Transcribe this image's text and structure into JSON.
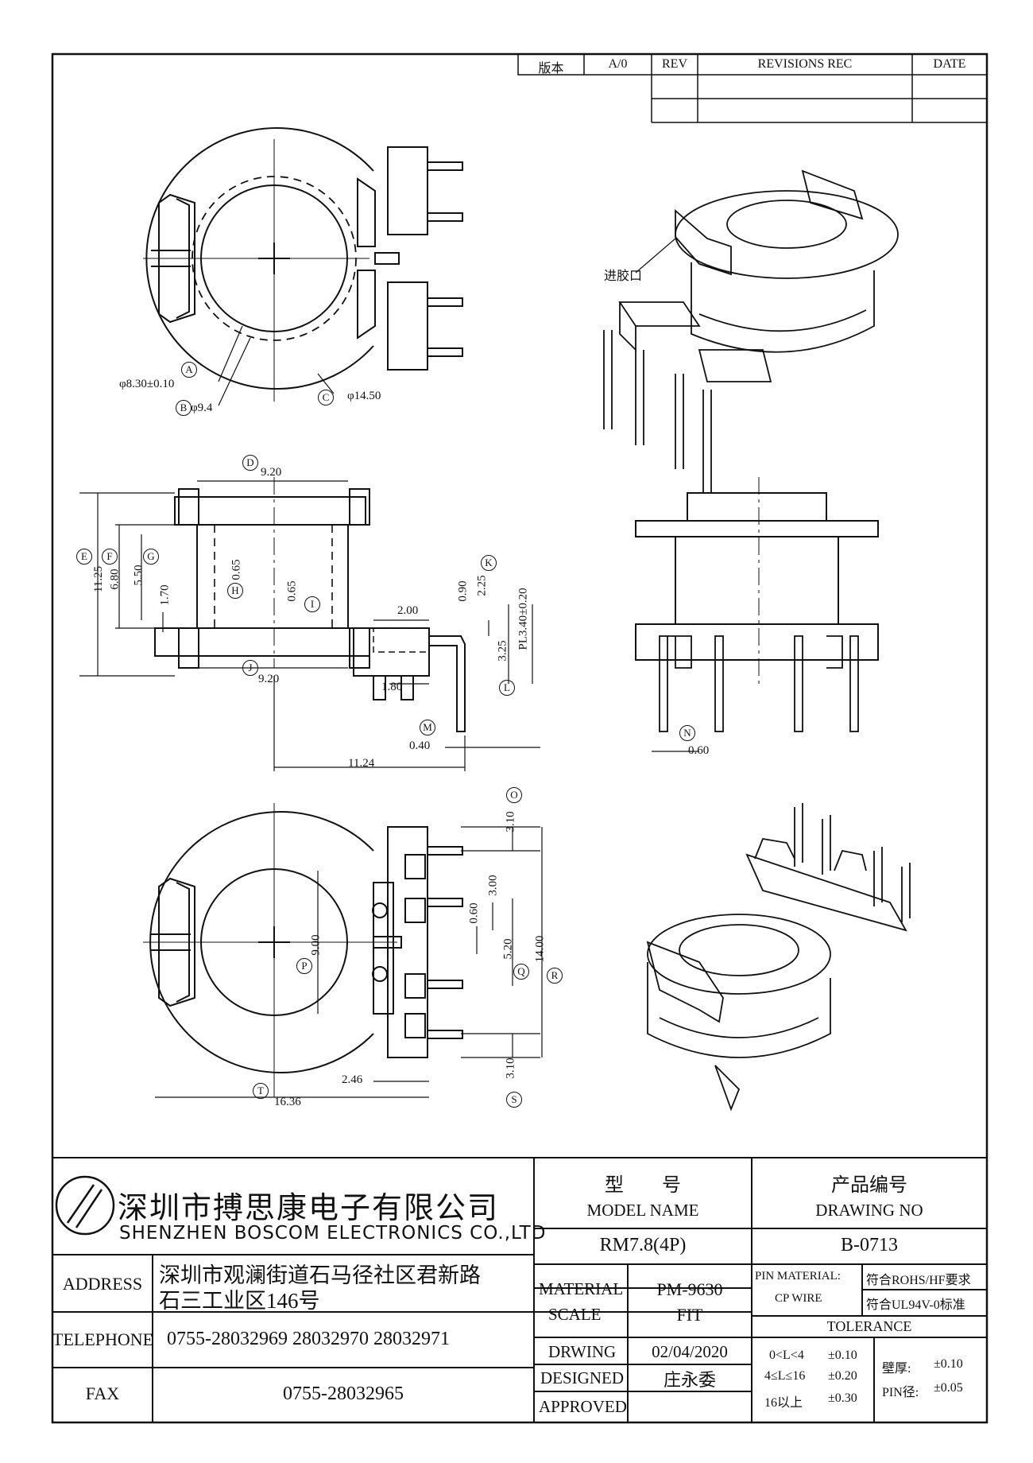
{
  "revision": {
    "version_label": "版本",
    "version_value": "A/0",
    "rev_label": "REV",
    "revisions_label": "REVISIONS REC",
    "date_label": "DATE"
  },
  "annotations": {
    "gate_label": "进胶口"
  },
  "dimensions": {
    "A": {
      "letter": "A",
      "text": "φ8.30±0.10"
    },
    "B": {
      "letter": "B",
      "text": "φ9.4"
    },
    "C": {
      "letter": "C",
      "text": "φ14.50"
    },
    "D": {
      "letter": "D",
      "text": "9.20"
    },
    "E": {
      "letter": "E",
      "text": "11.25"
    },
    "F": {
      "letter": "F",
      "text": "6.80"
    },
    "G": {
      "letter": "G",
      "text": "5.50"
    },
    "G2": {
      "text": "1.70"
    },
    "H": {
      "letter": "H",
      "text": "0.65"
    },
    "I": {
      "letter": "I",
      "text": "0.65"
    },
    "I2": {
      "text": "2.00"
    },
    "K": {
      "letter": "K",
      "text": "2.25"
    },
    "K2": {
      "text": "0.90"
    },
    "PL": {
      "text": "PL3.40±0.20"
    },
    "L": {
      "letter": "L",
      "text": "3.25"
    },
    "J": {
      "letter": "J",
      "text": "9.20"
    },
    "L2": {
      "text": "1.80"
    },
    "M": {
      "letter": "M",
      "text": "0.40"
    },
    "W": {
      "text": "11.24"
    },
    "N": {
      "letter": "N",
      "text": "0.60"
    },
    "O": {
      "letter": "O",
      "text": "3.10"
    },
    "P": {
      "letter": "P",
      "text": "9.00"
    },
    "Q": {
      "letter": "Q",
      "text": "5.20"
    },
    "Q2": {
      "text": "3.00"
    },
    "Q3": {
      "text": "0.60"
    },
    "R": {
      "letter": "R",
      "text": "14.00"
    },
    "S": {
      "letter": "S",
      "text": "3.10"
    },
    "T": {
      "letter": "T",
      "text": "16.36"
    },
    "T2": {
      "text": "2.46"
    }
  },
  "title_block": {
    "company_cn": "深圳市搏思康电子有限公司",
    "company_en": "SHENZHEN BOSCOM ELECTRONICS CO.,LTD",
    "address_label": "ADDRESS",
    "address_line1": "深圳市观澜街道石马径社区君新路",
    "address_line2": "石三工业区146号",
    "telephone_label": "TELEPHONE",
    "telephone_value": "0755-28032969 28032970 28032971",
    "fax_label": "FAX",
    "fax_value": "0755-28032965",
    "model_cn": "型　　号",
    "model_en": "MODEL NAME",
    "model_value": "RM7.8(4P)",
    "drawing_cn": "产品编号",
    "drawing_en": "DRAWING NO",
    "drawing_value": "B-0713",
    "material_label": "MATERIAL",
    "material_value": "PM-9630",
    "scale_label": "SCALE",
    "scale_value": "FIT",
    "drawing_label": "DRWING",
    "drawing_date": "02/04/2020",
    "designed_label": "DESIGNED",
    "designed_value": "庄永委",
    "approved_label": "APPROVED",
    "approved_value": "",
    "pin_material_label": "PIN MATERIAL:",
    "pin_material_value": "CP WIRE",
    "rohs_label": "符合ROHS/HF要求",
    "ul_label": "符合UL94V-0标准",
    "tolerance_label": "TOLERANCE",
    "tol_rows": [
      {
        "range": "0<L<4",
        "value": "±0.10"
      },
      {
        "range": "4≤L≤16",
        "value": "±0.20"
      },
      {
        "range": "16以上",
        "value": "±0.30"
      }
    ],
    "wall_label": "壁厚:",
    "wall_value": "±0.10",
    "pin_dia_label": "PIN径:",
    "pin_dia_value": "±0.05"
  }
}
